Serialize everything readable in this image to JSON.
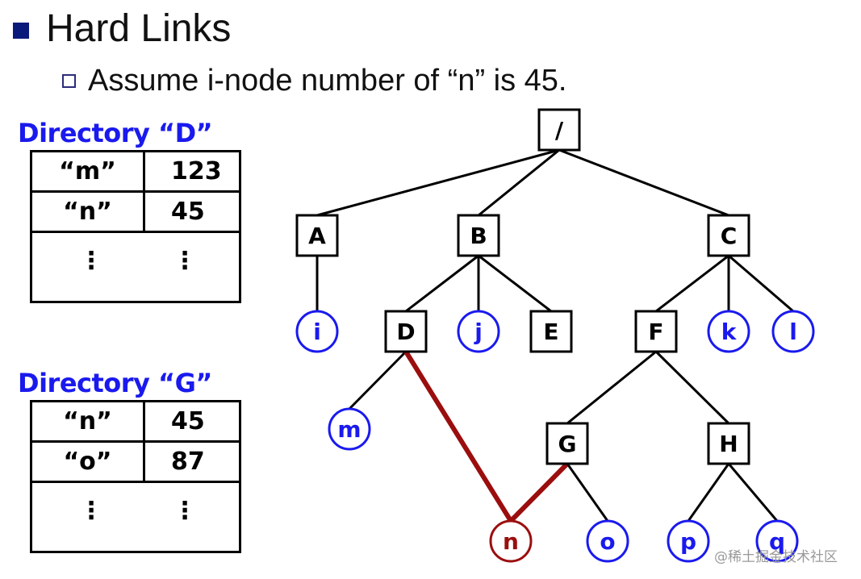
{
  "slide": {
    "title": "Hard Links",
    "subtitle": "Assume i-node number of “n” is 45."
  },
  "directory_d": {
    "label": "Directory “D”",
    "rows": [
      {
        "name": "“m”",
        "inode": "123"
      },
      {
        "name": "“n”",
        "inode": "45"
      }
    ],
    "ellipsis": "⋮"
  },
  "directory_g": {
    "label": "Directory “G”",
    "rows": [
      {
        "name": "“n”",
        "inode": "45"
      },
      {
        "name": "“o”",
        "inode": "87"
      }
    ],
    "ellipsis": "⋮"
  },
  "tree": {
    "colors": {
      "directory": "#000000",
      "file": "#1a1aee",
      "hard_link": "#9b0e0e"
    },
    "nodes": [
      {
        "id": "root",
        "label": "/",
        "kind": "directory"
      },
      {
        "id": "A",
        "label": "A",
        "kind": "directory"
      },
      {
        "id": "B",
        "label": "B",
        "kind": "directory"
      },
      {
        "id": "C",
        "label": "C",
        "kind": "directory"
      },
      {
        "id": "i",
        "label": "i",
        "kind": "file"
      },
      {
        "id": "D",
        "label": "D",
        "kind": "directory"
      },
      {
        "id": "j",
        "label": "j",
        "kind": "file"
      },
      {
        "id": "E",
        "label": "E",
        "kind": "directory"
      },
      {
        "id": "F",
        "label": "F",
        "kind": "directory"
      },
      {
        "id": "k",
        "label": "k",
        "kind": "file"
      },
      {
        "id": "l",
        "label": "l",
        "kind": "file"
      },
      {
        "id": "m",
        "label": "m",
        "kind": "file"
      },
      {
        "id": "G",
        "label": "G",
        "kind": "directory"
      },
      {
        "id": "H",
        "label": "H",
        "kind": "directory"
      },
      {
        "id": "n",
        "label": "n",
        "kind": "hard-linked-file"
      },
      {
        "id": "o",
        "label": "o",
        "kind": "file"
      },
      {
        "id": "p",
        "label": "p",
        "kind": "file"
      },
      {
        "id": "q",
        "label": "q",
        "kind": "file"
      }
    ],
    "edges": [
      {
        "from": "root",
        "to": "A"
      },
      {
        "from": "root",
        "to": "B"
      },
      {
        "from": "root",
        "to": "C"
      },
      {
        "from": "A",
        "to": "i"
      },
      {
        "from": "B",
        "to": "D"
      },
      {
        "from": "B",
        "to": "j"
      },
      {
        "from": "B",
        "to": "E"
      },
      {
        "from": "C",
        "to": "F"
      },
      {
        "from": "C",
        "to": "k"
      },
      {
        "from": "C",
        "to": "l"
      },
      {
        "from": "D",
        "to": "m"
      },
      {
        "from": "D",
        "to": "n",
        "hard_link": true
      },
      {
        "from": "F",
        "to": "G"
      },
      {
        "from": "F",
        "to": "H"
      },
      {
        "from": "G",
        "to": "n",
        "hard_link": true
      },
      {
        "from": "G",
        "to": "o"
      },
      {
        "from": "H",
        "to": "p"
      },
      {
        "from": "H",
        "to": "q"
      }
    ]
  },
  "watermark": "@稀土掘金技术社区"
}
